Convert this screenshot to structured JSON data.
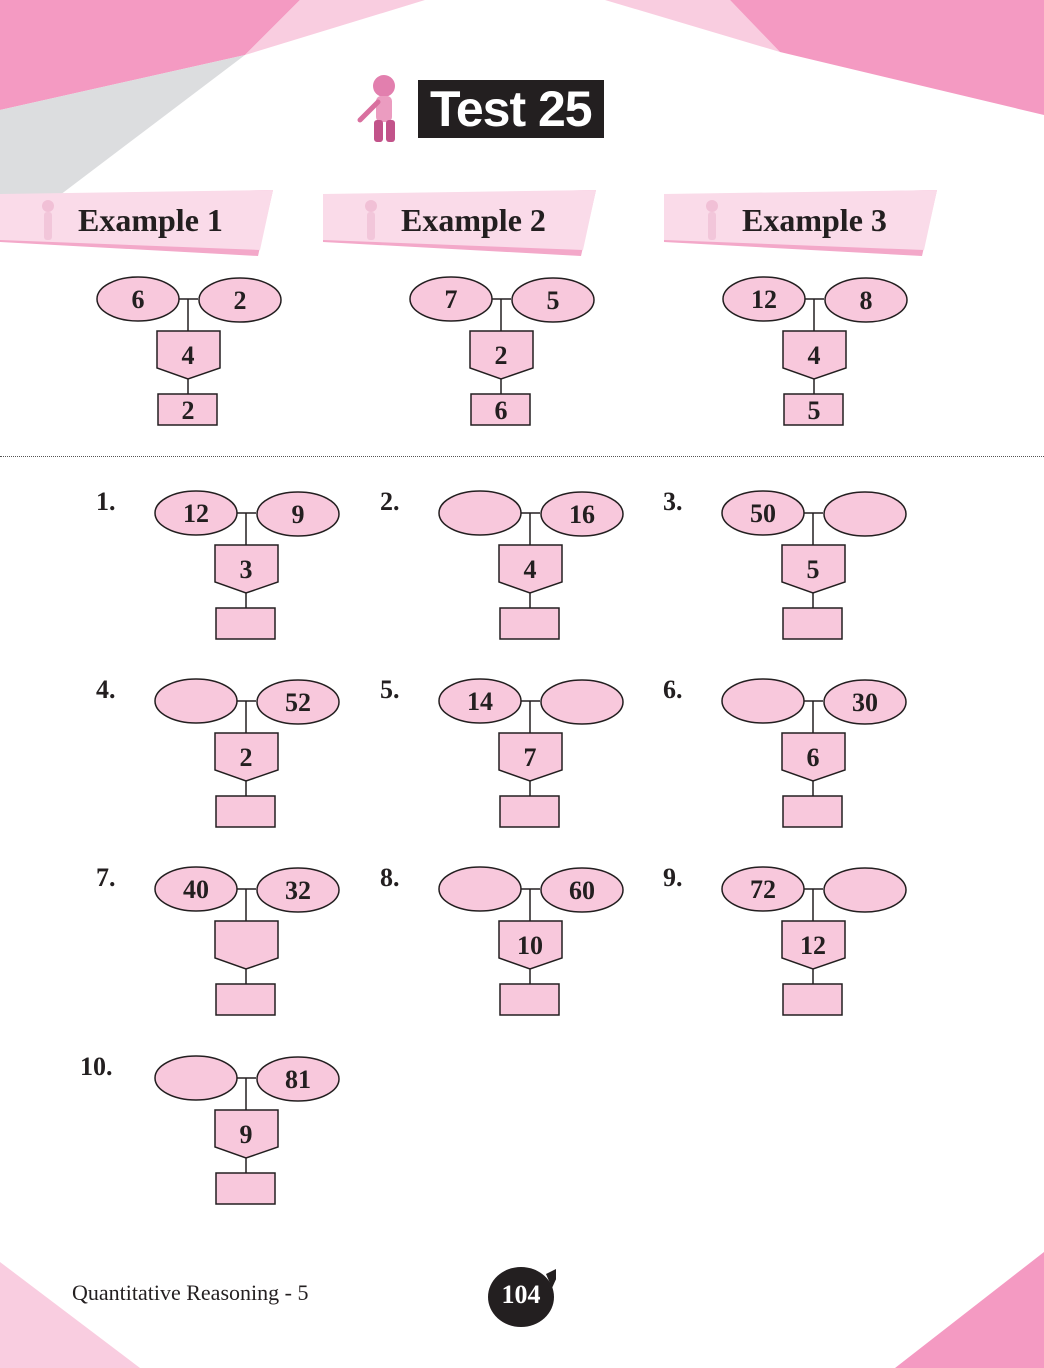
{
  "title": "Test 25",
  "examples": [
    {
      "label": "Example 1",
      "left": "6",
      "right": "2",
      "middle": "4",
      "bottom": "2"
    },
    {
      "label": "Example 2",
      "left": "7",
      "right": "5",
      "middle": "2",
      "bottom": "6"
    },
    {
      "label": "Example 3",
      "left": "12",
      "right": "8",
      "middle": "4",
      "bottom": "5"
    }
  ],
  "questions": [
    {
      "num": "1.",
      "left": "12",
      "right": "9",
      "middle": "3",
      "bottom": ""
    },
    {
      "num": "2.",
      "left": "",
      "right": "16",
      "middle": "4",
      "bottom": ""
    },
    {
      "num": "3.",
      "left": "50",
      "right": "",
      "middle": "5",
      "bottom": ""
    },
    {
      "num": "4.",
      "left": "",
      "right": "52",
      "middle": "2",
      "bottom": ""
    },
    {
      "num": "5.",
      "left": "14",
      "right": "",
      "middle": "7",
      "bottom": ""
    },
    {
      "num": "6.",
      "left": "",
      "right": "30",
      "middle": "6",
      "bottom": ""
    },
    {
      "num": "7.",
      "left": "40",
      "right": "32",
      "middle": "",
      "bottom": ""
    },
    {
      "num": "8.",
      "left": "",
      "right": "60",
      "middle": "10",
      "bottom": ""
    },
    {
      "num": "9.",
      "left": "72",
      "right": "",
      "middle": "12",
      "bottom": ""
    },
    {
      "num": "10.",
      "left": "",
      "right": "81",
      "middle": "9",
      "bottom": ""
    }
  ],
  "footer": {
    "book": "Quantitative Reasoning - 5",
    "page": "104"
  },
  "colors": {
    "pink": "#f49ac2",
    "light_pink": "#f9cde0",
    "shape_fill": "#f8c8dc",
    "gray": "#dcdddf"
  }
}
